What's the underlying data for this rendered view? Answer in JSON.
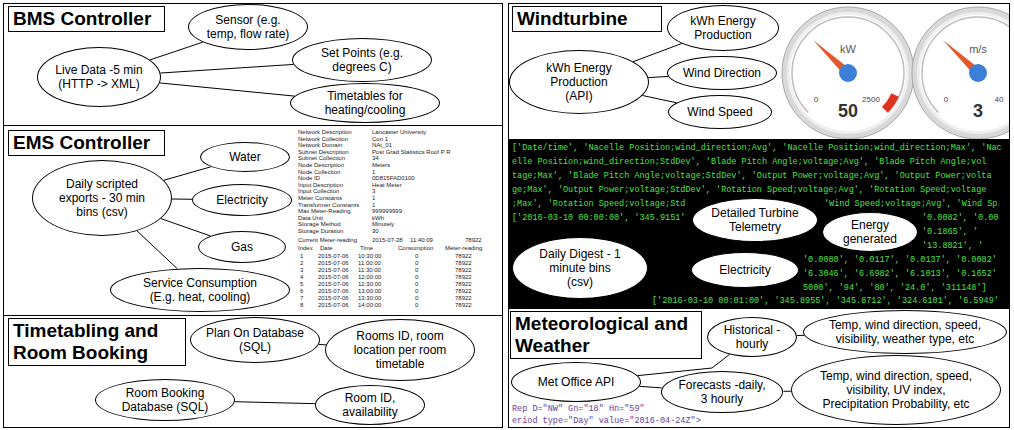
{
  "diagram": {
    "nodes": [
      {
        "text": [
          "BMS Controller"
        ]
      },
      {
        "text": [
          "Live Data -5 min (HTTP -> XML)"
        ],
        "in": 0
      },
      {
        "text": [
          "Sensor (e.g. temp, flow rate)"
        ],
        "in": 0
      },
      {
        "text": [
          "Set Points (e.g. degrees C)"
        ],
        "in": 0
      },
      {
        "text": [
          "Timetables for heating/cooling"
        ],
        "in": 0
      },
      {
        "text": [
          "EMS Controller"
        ]
      },
      {
        "text": [
          "Daily scripted exports - 30 min bins (csv)"
        ],
        "in": 5
      },
      {
        "text": [
          "Water"
        ],
        "in": 5
      },
      {
        "text": [
          "Electricity"
        ],
        "in": 5
      },
      {
        "text": [
          "Gas"
        ],
        "in": 5
      },
      {
        "text": [
          "Service Consumption (E.g. heat, cooling)"
        ],
        "in": 5
      },
      {
        "text": [
          "Timetabling and Room Booking"
        ]
      },
      {
        "text": [
          "Plan On Database (SQL)"
        ],
        "in": 11
      },
      {
        "text": [
          "Rooms ID, room location per room timetable"
        ],
        "in": 11
      },
      {
        "text": [
          "Room Booking Database (SQL)"
        ],
        "in": 11
      },
      {
        "text": [
          "Room ID, availability"
        ],
        "in": 11
      },
      {
        "text": [
          "Windturbine"
        ]
      },
      {
        "text": [
          "kWh Energy Production (API)"
        ],
        "in": 16
      },
      {
        "text": [
          "kWh Energy Production"
        ],
        "in": 16
      },
      {
        "text": [
          "Wind Direction"
        ],
        "in": 16
      },
      {
        "text": [
          "Wind Speed"
        ],
        "in": 16
      },
      {
        "text": [
          "Daily Digest - 1 minute bins (csv)"
        ],
        "in": 16
      },
      {
        "text": [
          "Detailed Turbine Telemetry"
        ],
        "in": 16
      },
      {
        "text": [
          "Energy generated"
        ],
        "in": 16
      },
      {
        "text": [
          "Electricity"
        ],
        "in": 16
      },
      {
        "text": [
          "Meteorological and Weather"
        ]
      },
      {
        "text": [
          "Met Office API"
        ],
        "in": 25
      },
      {
        "text": [
          "Historical -hourly"
        ],
        "in": 25
      },
      {
        "text": [
          "Temp, wind direction, speed, visibility, weather type, etc"
        ],
        "in": 25
      },
      {
        "text": [
          "Forecasts -daily, 3 hourly"
        ],
        "in": 25
      },
      {
        "text": [
          "Temp, wind direction, speed, visibility, UV index, Precipitation Probability, etc"
        ],
        "in": 25
      }
    ],
    "edges": [
      {
        "from": 1,
        "to": 2,
        "arrow": "none"
      },
      {
        "from": 1,
        "to": 3,
        "arrow": "none"
      },
      {
        "from": 1,
        "to": 4,
        "arrow": "none"
      },
      {
        "from": 6,
        "to": 7,
        "arrow": "none"
      },
      {
        "from": 6,
        "to": 8,
        "arrow": "none"
      },
      {
        "from": 6,
        "to": 9,
        "arrow": "none"
      },
      {
        "from": 6,
        "to": 10,
        "arrow": "none"
      },
      {
        "from": 12,
        "to": 13,
        "arrow": "none"
      },
      {
        "from": 14,
        "to": 15,
        "arrow": "none"
      },
      {
        "from": 17,
        "to": 18,
        "arrow": "none"
      },
      {
        "from": 17,
        "to": 19,
        "arrow": "none"
      },
      {
        "from": 17,
        "to": 20,
        "arrow": "none"
      },
      {
        "from": 21,
        "to": 22,
        "arrow": "none"
      },
      {
        "from": 21,
        "to": 23,
        "arrow": "none"
      },
      {
        "from": 21,
        "to": 24,
        "arrow": "none"
      },
      {
        "from": 26,
        "to": 27,
        "arrow": "none"
      },
      {
        "from": 27,
        "to": 28,
        "arrow": "none"
      },
      {
        "from": 26,
        "to": 29,
        "arrow": "none"
      },
      {
        "from": 29,
        "to": 30,
        "arrow": "none"
      }
    ],
    "labels": [
      "kW",
      "50",
      "0",
      "2500",
      "m/s",
      "3",
      "0",
      "40",
      "Network Description",
      "Lancaster University",
      "Network Collection",
      "Con 1",
      "Network Domain",
      "NAt_01",
      "Subnet Description",
      "Post Grad Statistics Roof P R",
      "Subnet Collection",
      "34",
      "Node Description",
      "Meters",
      "Node Collection",
      "1",
      "Node ID",
      "0D815FAD0100",
      "Input Description",
      "Heat Meter",
      "Input Collection",
      "3",
      "Meter Constants",
      "1",
      "Transformer Constants",
      "1",
      "Max Meter-Reading",
      "999999999",
      "Data Unit",
      "kWh",
      "Storage Method",
      "Minutely",
      "Storage Duration",
      "30",
      "Current Meter-reading",
      "2015-07-28",
      "11:40:09",
      "78922",
      "Index",
      "Date",
      "Time",
      "Consumption",
      "Meter-reading",
      "1",
      "2015-07-06",
      "10:30:00",
      "0",
      "78922",
      "2",
      "2015-07-06",
      "11:00:00",
      "0",
      "78922",
      "3",
      "2015-07-06",
      "11:30:00",
      "0",
      "78922",
      "4",
      "2015-07-06",
      "12:00:00",
      "0",
      "78922",
      "5",
      "2015-07-06",
      "12:30:00",
      "0",
      "78922",
      "6",
      "2015-07-06",
      "13:00:00",
      "0",
      "78922",
      "7",
      "2015-07-06",
      "13:30:00",
      "0",
      "78922",
      "8",
      "2015-07-06",
      "14:00:00",
      "0",
      "78922",
      "['Date/time', 'Nacelle Position;wind_direction;Avg', 'Nacelle Position;wind_direction;Max', 'Nac",
      "elle Position;wind_direction;StdDev', 'Blade Pitch Angle;voltage;Avg', 'Blade Pitch Angle;vol",
      "tage;Max', 'Blade Pitch Angle;voltage;StdDev', 'Output Power;voltage;Avg', 'Output Power;volta",
      "ge;Max', 'Output Power;voltage;StdDev', 'Rotation Speed;voltage;Avg', 'Rotation Speed;voltage",
      ";Max', 'Rotation Speed;voltage;Std",
      "'Wind Speed;voltage;Avg', 'Wind Sp",
      "['2016-03-10 00:00:00', '345.9151'",
      "'0.0082', '0.00",
      "'0.1865', '",
      "'13.8821', '",
      "'0.0080', '0.0117', '0.0137', '0.0082'",
      "'6.3046', '6.6982', '6.1013', '0.1652'",
      "5000', '94', '80', '24.0', '311148']",
      "['2016-03-10 00:01:00', '345.8955', '345.8712', '324.6101', '6.5949'",
      "Rep D=\"NW\" Gn=\"18\" Hn=\"59\"",
      "eriod type=\"Day\" value=\"2016-04-24Z\">"
    ]
  }
}
